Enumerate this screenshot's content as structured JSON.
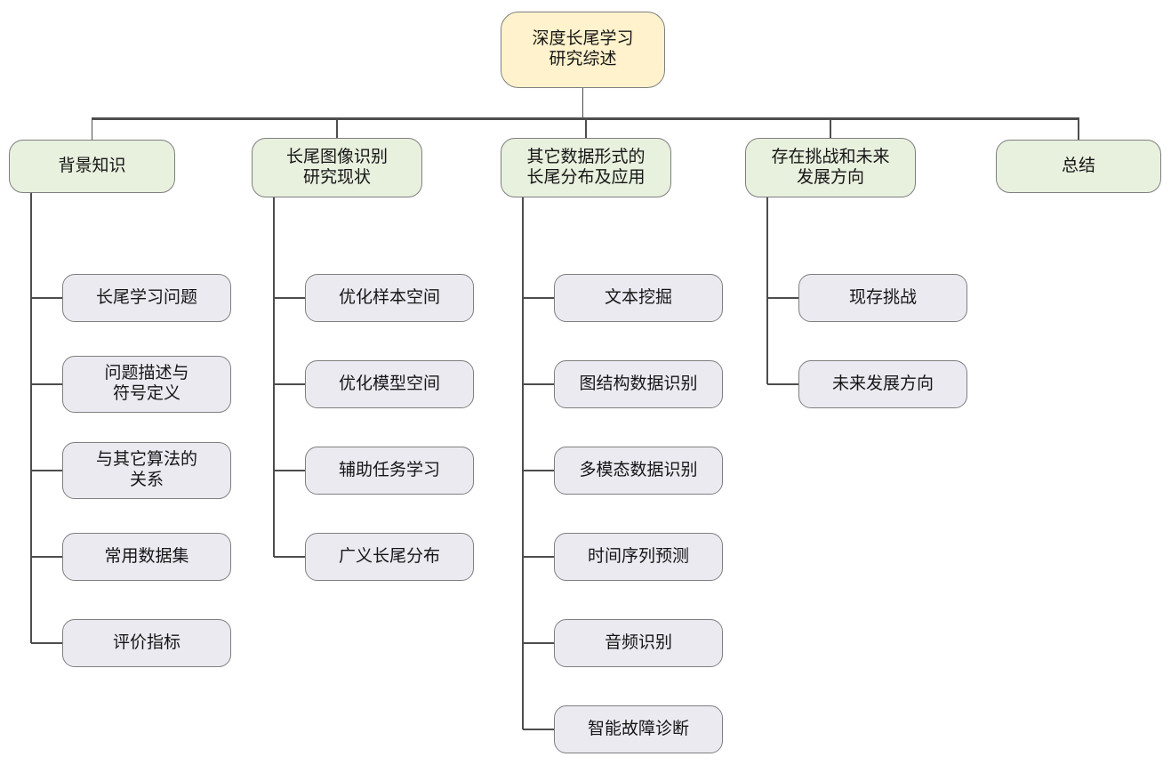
{
  "palette": {
    "background": "#FFFFFF",
    "root_fill": "#FFF2CC",
    "branch_fill": "#E8F0DE",
    "leaf_fill": "#ECEAF1",
    "node_border": "#7F7F7F",
    "connector": "#4D4D4D",
    "text": "#161616"
  },
  "root": {
    "lines": [
      "深度长尾学习",
      "研究综述"
    ]
  },
  "branches": [
    {
      "id": "background-knowledge",
      "lines": [
        "背景知识"
      ],
      "children": [
        {
          "lines": [
            "长尾学习问题"
          ]
        },
        {
          "lines": [
            "问题描述与",
            "符号定义"
          ]
        },
        {
          "lines": [
            "与其它算法的",
            "关系"
          ]
        },
        {
          "lines": [
            "常用数据集"
          ]
        },
        {
          "lines": [
            "评价指标"
          ]
        }
      ]
    },
    {
      "id": "longtail-image-recognition-status",
      "lines": [
        "长尾图像识别",
        "研究现状"
      ],
      "children": [
        {
          "lines": [
            "优化样本空间"
          ]
        },
        {
          "lines": [
            "优化模型空间"
          ]
        },
        {
          "lines": [
            "辅助任务学习"
          ]
        },
        {
          "lines": [
            "广义长尾分布"
          ]
        }
      ]
    },
    {
      "id": "other-data-forms-longtail",
      "lines": [
        "其它数据形式的",
        "长尾分布及应用"
      ],
      "children": [
        {
          "lines": [
            "文本挖掘"
          ]
        },
        {
          "lines": [
            "图结构数据识别"
          ]
        },
        {
          "lines": [
            "多模态数据识别"
          ]
        },
        {
          "lines": [
            "时间序列预测"
          ]
        },
        {
          "lines": [
            "音频识别"
          ]
        },
        {
          "lines": [
            "智能故障诊断"
          ]
        }
      ]
    },
    {
      "id": "challenges-and-future",
      "lines": [
        "存在挑战和未来",
        "发展方向"
      ],
      "children": [
        {
          "lines": [
            "现存挑战"
          ]
        },
        {
          "lines": [
            "未来发展方向"
          ]
        }
      ]
    },
    {
      "id": "summary",
      "lines": [
        "总结"
      ],
      "children": []
    }
  ]
}
